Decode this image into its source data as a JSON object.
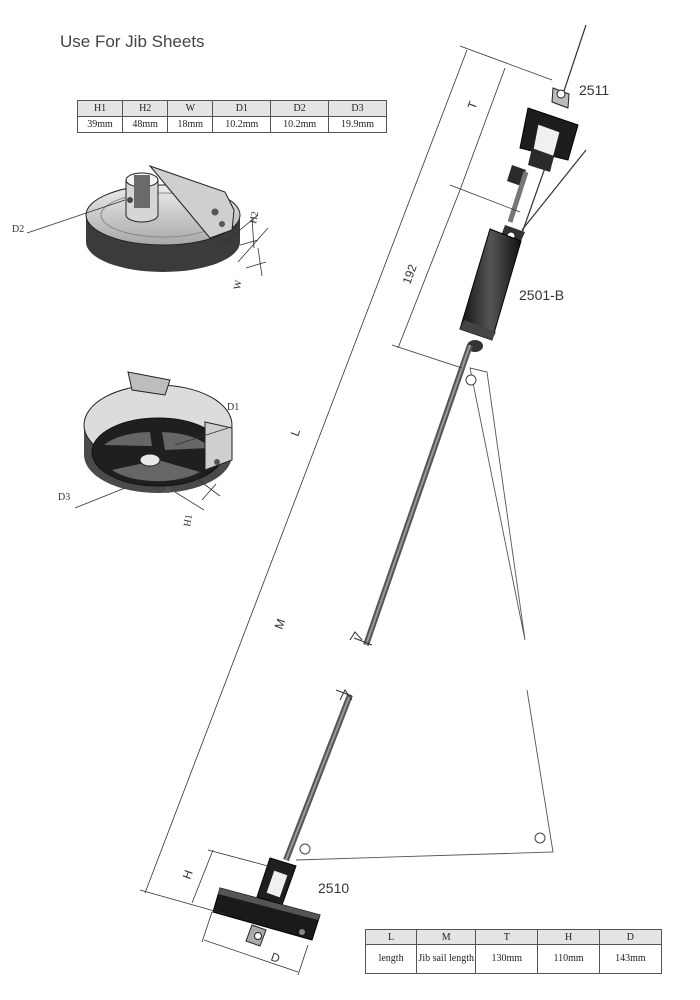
{
  "title": "Use For Jib Sheets",
  "spec_table_top": {
    "headers": [
      "H1",
      "H2",
      "W",
      "D1",
      "D2",
      "D3"
    ],
    "values": [
      "39mm",
      "48mm",
      "18mm",
      "10.2mm",
      "10.2mm",
      "19.9mm"
    ]
  },
  "spec_table_bottom": {
    "headers": [
      "L",
      "M",
      "T",
      "H",
      "D"
    ],
    "values": [
      "length",
      "Jib sail length",
      "130mm",
      "110mm",
      "143mm"
    ]
  },
  "part_numbers": {
    "top_swivel": "2511",
    "drum": "2501-B",
    "bottom_drum": "2510"
  },
  "dimension_labels": {
    "T": "T",
    "len_192": "192",
    "L": "L",
    "M": "M",
    "H": "H",
    "D": "D",
    "H1": "H1",
    "H2": "H2",
    "W": "W",
    "D1": "D1",
    "D2": "D2",
    "D3": "D3"
  }
}
